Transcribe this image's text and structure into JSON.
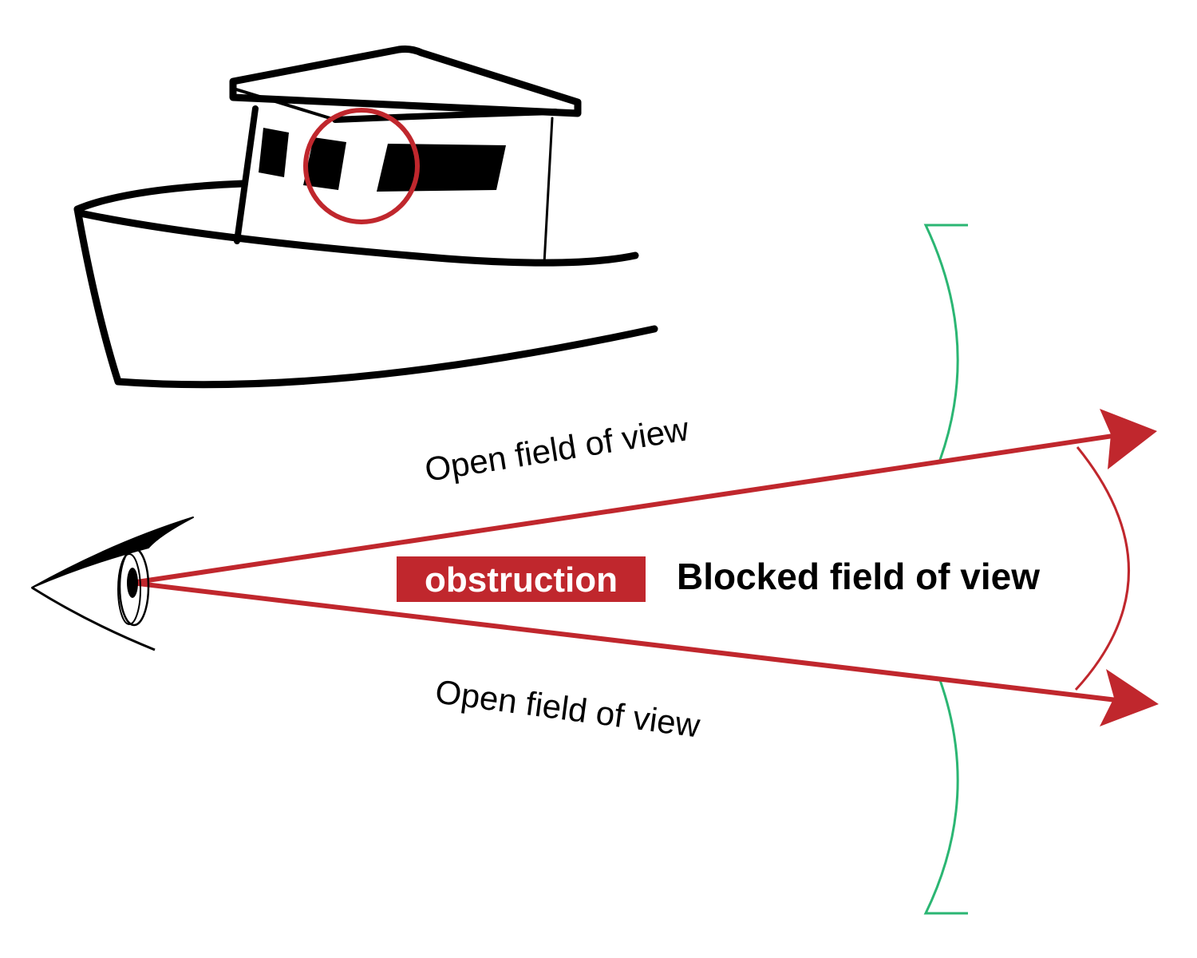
{
  "labels": {
    "open_upper": "Open field of view",
    "open_lower": "Open field of view",
    "obstruction": "obstruction",
    "blocked": "Blocked field of view"
  },
  "colors": {
    "accent_red": "#c0272d",
    "bracket_green": "#2bb673",
    "ink": "#000000",
    "background": "#ffffff"
  }
}
